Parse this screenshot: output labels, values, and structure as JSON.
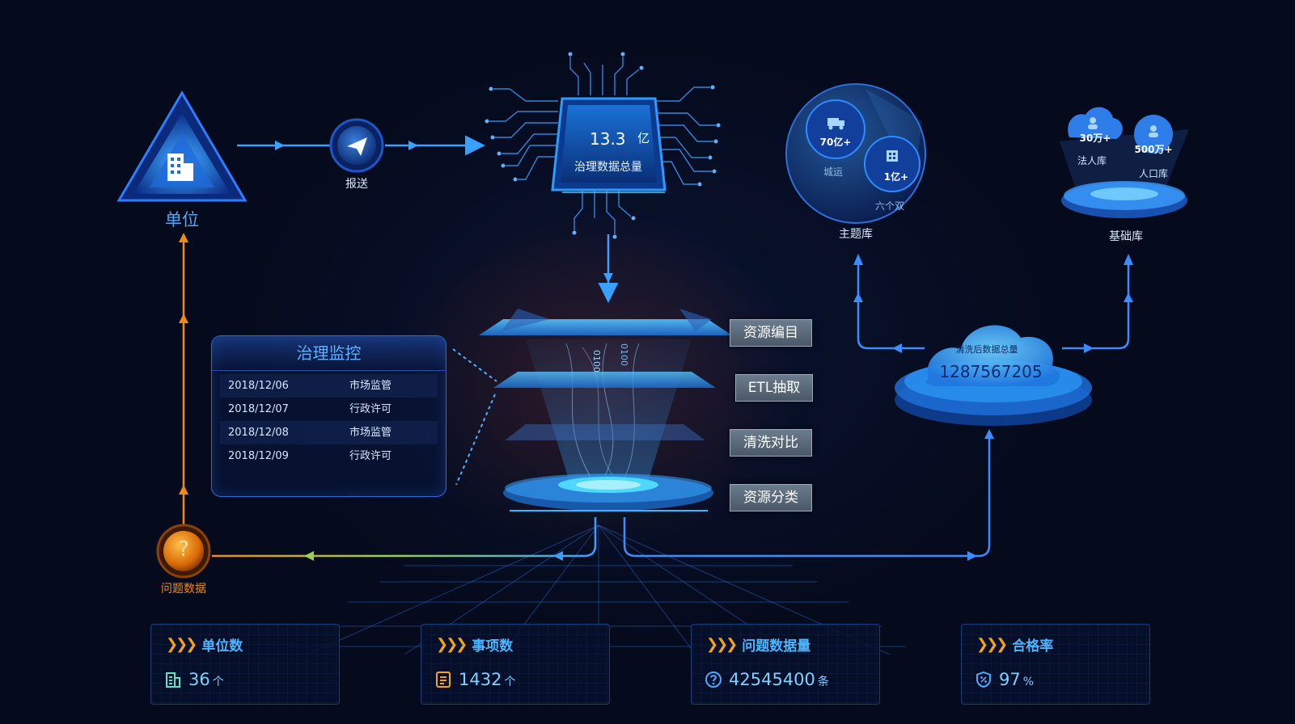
{
  "flow": {
    "unit_label": "单位",
    "report_label": "报送",
    "chip_value": "13.3",
    "chip_unit": "亿",
    "chip_label": "治理数据总量",
    "problem_label": "问题数据",
    "problem_mark": "?"
  },
  "stages": [
    "资源编目",
    "ETL抽取",
    "清洗对比",
    "资源分类"
  ],
  "funnel_bits": [
    "0100",
    "0100"
  ],
  "monitor": {
    "title": "治理监控",
    "rows": [
      {
        "date": "2018/12/06",
        "type": "市场监管"
      },
      {
        "date": "2018/12/07",
        "type": "行政许可"
      },
      {
        "date": "2018/12/08",
        "type": "市场监管"
      },
      {
        "date": "2018/12/09",
        "type": "行政许可"
      }
    ]
  },
  "cloud": {
    "label": "清洗后数据总量",
    "value": "1287567205"
  },
  "theme_lib": {
    "title": "主题库",
    "big_value": "70亿+",
    "big_label": "城运",
    "small_value": "1亿+",
    "small_label": "六个双"
  },
  "base_lib": {
    "title": "基础库",
    "left_value": "30万+",
    "left_label": "法人库",
    "right_value": "500万+",
    "right_label": "人口库"
  },
  "stats": [
    {
      "title": "单位数",
      "value": "36",
      "unit": "个",
      "icon": "building-icon"
    },
    {
      "title": "事项数",
      "value": "1432",
      "unit": "个",
      "icon": "document-icon"
    },
    {
      "title": "问题数据量",
      "value": "42545400",
      "unit": "条",
      "icon": "question-icon"
    },
    {
      "title": "合格率",
      "value": "97",
      "unit": "%",
      "icon": "shield-percent-icon"
    }
  ],
  "stat_chevron": "❯❯❯",
  "colors": {
    "accent_blue": "#3aa0ff",
    "orange": "#f08a12",
    "card_title": "#4db4ff"
  }
}
